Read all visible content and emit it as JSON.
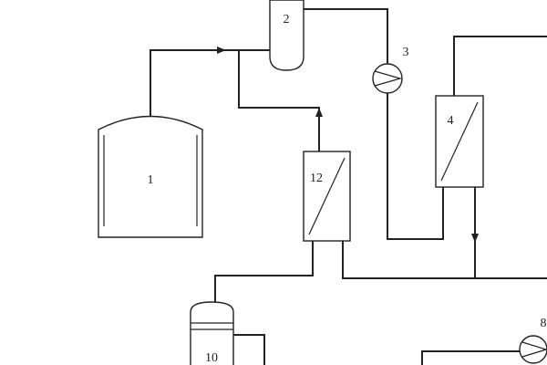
{
  "diagram": {
    "units": [
      {
        "id": "1",
        "label": "1"
      },
      {
        "id": "2",
        "label": "2"
      },
      {
        "id": "3",
        "label": "3"
      },
      {
        "id": "4",
        "label": "4"
      },
      {
        "id": "8",
        "label": "8"
      },
      {
        "id": "10",
        "label": "10"
      },
      {
        "id": "12",
        "label": "12"
      }
    ]
  }
}
